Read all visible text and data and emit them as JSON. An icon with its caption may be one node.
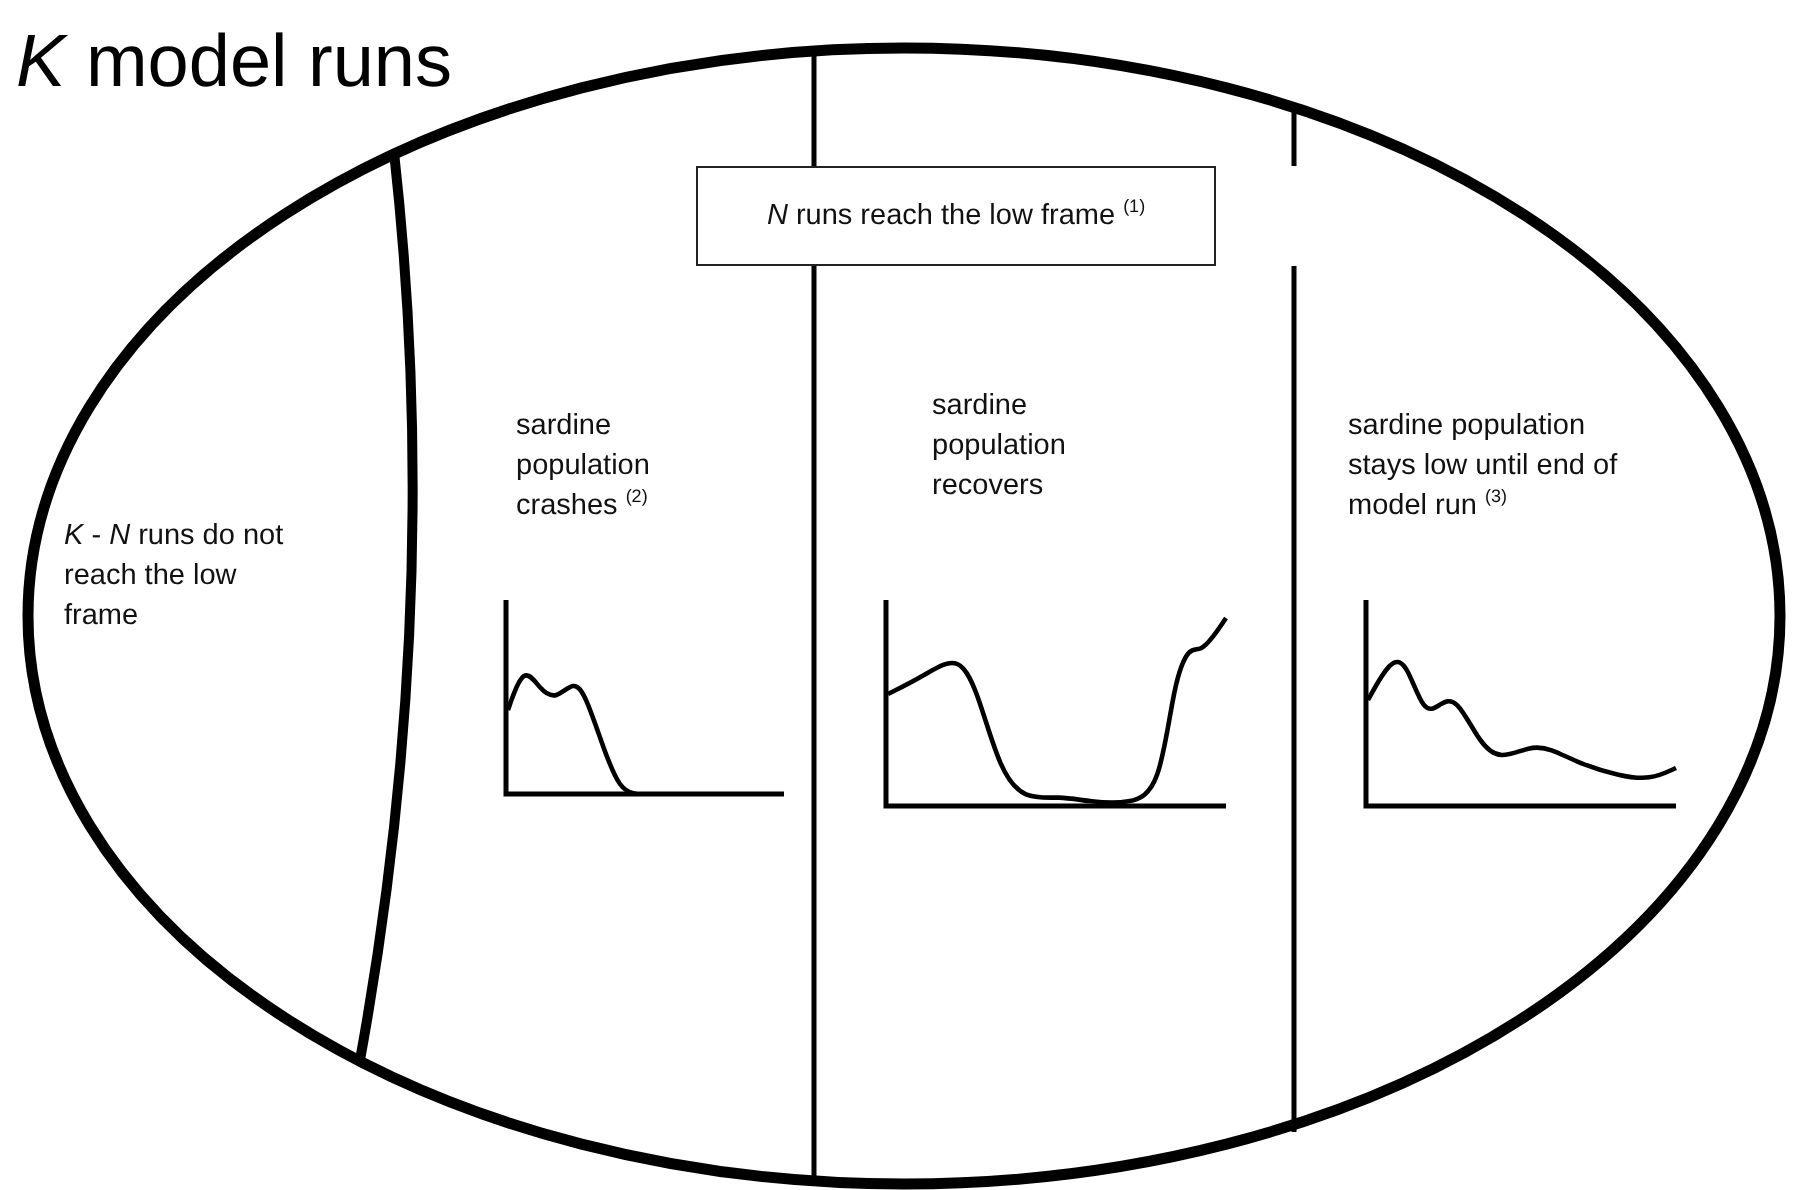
{
  "diagram": {
    "nodes": [
      {
        "text": [
          "*K* model runs"
        ]
      },
      {
        "text": [
          "*K* - *N* runs do not reach the low frame"
        ],
        "in": 0
      },
      {
        "text": [
          "*N* runs reach the low frame $^{(1)}$"
        ],
        "in": 0
      },
      {
        "text": [
          "sardine population crashes $^{(2)}$"
        ],
        "in": 0
      },
      {
        "text": [
          "sardine population recovers"
        ],
        "in": 0
      },
      {
        "text": [
          "sardine population stays low until end of model run $^{(3)}$"
        ],
        "in": 0
      }
    ]
  }
}
